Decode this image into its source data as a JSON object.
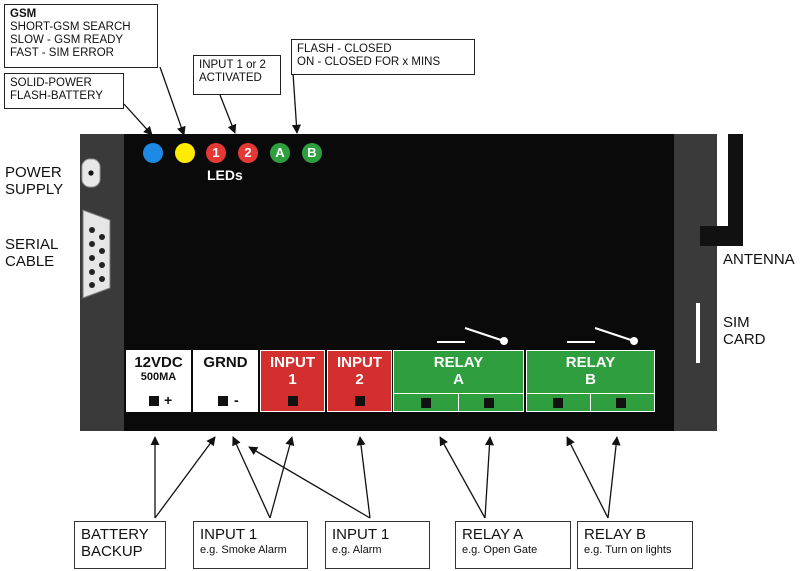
{
  "gsm_callout": {
    "title": "GSM",
    "lines": [
      "SHORT-GSM SEARCH",
      "SLOW - GSM READY",
      "FAST - SIM ERROR"
    ]
  },
  "power_callout": {
    "lines": [
      "SOLID-POWER",
      "FLASH-BATTERY"
    ]
  },
  "input_callout": {
    "lines": [
      "INPUT 1 or 2",
      "ACTIVATED"
    ]
  },
  "flash_callout": {
    "lines": [
      "FLASH - CLOSED",
      "ON - CLOSED FOR x MINS"
    ]
  },
  "left_labels": {
    "power_supply": [
      "POWER",
      "SUPPLY"
    ],
    "serial_cable": [
      "SERIAL",
      "CABLE"
    ]
  },
  "right_labels": {
    "antenna": "ANTENNA",
    "sim_card": [
      "SIM",
      "CARD"
    ]
  },
  "leds": {
    "label": "LEDs",
    "items": [
      {
        "text": "",
        "color": "#1e88e5"
      },
      {
        "text": "",
        "color": "#ffeb00"
      },
      {
        "text": "1",
        "color": "#e53935"
      },
      {
        "text": "2",
        "color": "#e53935"
      },
      {
        "text": "A",
        "color": "#2e9e3e"
      },
      {
        "text": "B",
        "color": "#2e9e3e"
      }
    ]
  },
  "terminals": {
    "power": {
      "line1": "12VDC",
      "line2": "500MA",
      "sign": "+"
    },
    "ground": {
      "line1": "GRND",
      "sign": "-"
    },
    "input1": {
      "line1": "INPUT",
      "line2": "1"
    },
    "input2": {
      "line1": "INPUT",
      "line2": "2"
    },
    "relay_a": {
      "line1": "RELAY",
      "line2": "A"
    },
    "relay_b": {
      "line1": "RELAY",
      "line2": "B"
    }
  },
  "bottom": {
    "battery": [
      "BATTERY",
      "BACKUP"
    ],
    "input1_smoke": {
      "title": "INPUT 1",
      "sub": "e.g. Smoke Alarm"
    },
    "input1_alarm": {
      "title": "INPUT 1",
      "sub": "e.g. Alarm"
    },
    "relay_a": {
      "title": "RELAY A",
      "sub": "e.g. Open Gate"
    },
    "relay_b": {
      "title": "RELAY B",
      "sub": "e.g. Turn on lights"
    }
  },
  "colors": {
    "device": "#0a0a0a",
    "end_caps": "#3a3a3a",
    "input_red": "#d32f2f",
    "relay_green": "#2e9e3e"
  }
}
